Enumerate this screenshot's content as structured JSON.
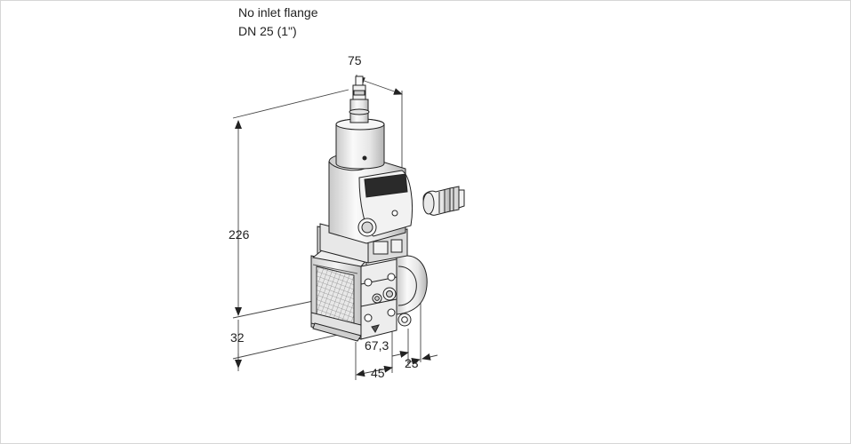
{
  "title": {
    "line1": "No inlet flange",
    "line2": "DN 25 (1\")"
  },
  "dimensions": {
    "width_top": "75",
    "height_total": "226",
    "height_base": "32",
    "depth_1": "67,3",
    "depth_2": "45",
    "depth_3": "23"
  }
}
